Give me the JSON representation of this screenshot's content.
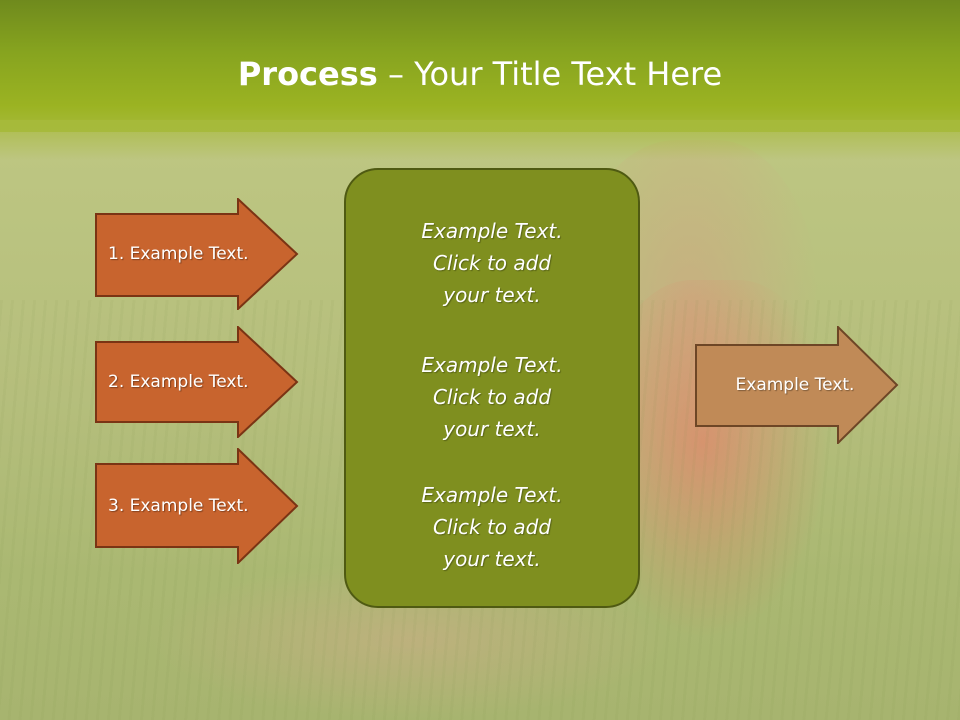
{
  "slide": {
    "title_bold": "Process",
    "title_rest": " – Your Title Text Here"
  },
  "left_arrows": [
    {
      "label": "1. Example Text."
    },
    {
      "label": "2. Example Text."
    },
    {
      "label": "3. Example Text."
    }
  ],
  "center_blocks": [
    {
      "line1": "Example Text.",
      "line2": "Click  to add",
      "line3": "your text."
    },
    {
      "line1": "Example Text.",
      "line2": "Click  to add",
      "line3": "your text."
    },
    {
      "line1": "Example Text.",
      "line2": "Click  to add",
      "line3": "your text."
    }
  ],
  "right_arrow": {
    "label": "Example Text."
  },
  "colors": {
    "header": "#8aa620",
    "left_arrow_fill": "#c8642e",
    "left_arrow_border": "#7a3414",
    "right_arrow_fill": "#c08a57",
    "right_arrow_border": "#6d4626",
    "center_fill": "#7f8f1f",
    "center_border": "#4f5a12"
  }
}
